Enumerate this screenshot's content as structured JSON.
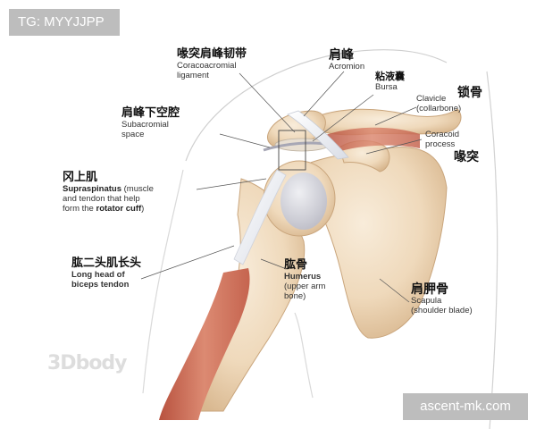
{
  "overlays": {
    "top_left_tag": "TG: MYYJJPP",
    "bottom_right_tag": "ascent-mk.com",
    "watermark": "3Dbody"
  },
  "labels": {
    "coracoacromial": {
      "zh": "喙突肩峰韧带",
      "en1": "Coracoacromial",
      "en2": "ligament"
    },
    "acromion": {
      "zh": "肩峰",
      "en": "Acromion"
    },
    "bursa": {
      "zh": "粘液囊",
      "en": "Bursa"
    },
    "clavicle": {
      "zh": "锁骨",
      "en1": "Clavicle",
      "en2": "(collarbone)"
    },
    "subacromial": {
      "zh": "肩峰下空腔",
      "en1": "Subacromial",
      "en2": "space"
    },
    "coracoid": {
      "zh": "喙突",
      "en1": "Coracoid",
      "en2": "process"
    },
    "supraspinatus": {
      "zh": "冈上肌",
      "en1_bold": "Supraspinatus",
      "en1_rest": " (muscle",
      "en2": "and tendon that help",
      "en3_pre": "form the ",
      "en3_bold": "rotator cuff",
      "en3_post": ")"
    },
    "biceps": {
      "zh": "肱二头肌长头",
      "en1": "Long head of",
      "en2": "biceps tendon"
    },
    "humerus": {
      "zh": "肱骨",
      "en1": "Humerus",
      "en2": "(upper arm",
      "en3": "bone)"
    },
    "scapula": {
      "zh": "肩胛骨",
      "en1": "Scapula",
      "en2": "(shoulder blade)"
    }
  }
}
